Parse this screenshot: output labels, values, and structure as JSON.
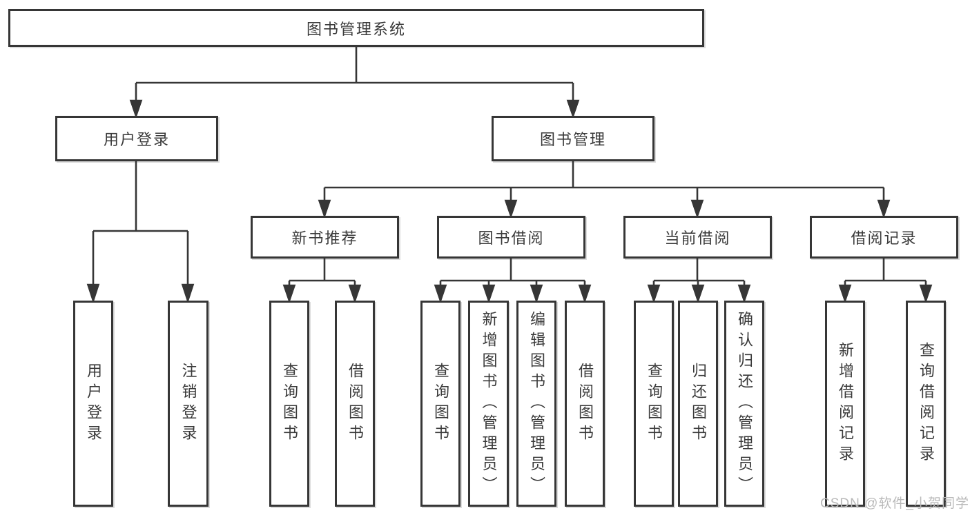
{
  "diagram": {
    "tree": {
      "label": "图书管理系统",
      "children": [
        {
          "label": "用户登录",
          "children": [
            {
              "label": "用户登录"
            },
            {
              "label": "注销登录"
            }
          ]
        },
        {
          "label": "图书管理",
          "children": [
            {
              "label": "新书推荐",
              "children": [
                {
                  "label": "查询图书"
                },
                {
                  "label": "借阅图书"
                }
              ]
            },
            {
              "label": "图书借阅",
              "children": [
                {
                  "label": "查询图书"
                },
                {
                  "label": "新增图书（管理员）"
                },
                {
                  "label": "编辑图书（管理员）"
                },
                {
                  "label": "借阅图书"
                }
              ]
            },
            {
              "label": "当前借阅",
              "children": [
                {
                  "label": "查询图书"
                },
                {
                  "label": "归还图书"
                },
                {
                  "label": "确认归还（管理员）"
                }
              ]
            },
            {
              "label": "借阅记录",
              "children": [
                {
                  "label": "新增借阅记录"
                },
                {
                  "label": "查询借阅记录"
                }
              ]
            }
          ]
        }
      ]
    },
    "colors": {
      "line": "#363636",
      "box_border": "#363636",
      "text": "#3a3a3a",
      "background": "#ffffff",
      "watermark": "#b9b9b9"
    }
  },
  "watermark": {
    "text": "CSDN @软件_小贺同学"
  }
}
